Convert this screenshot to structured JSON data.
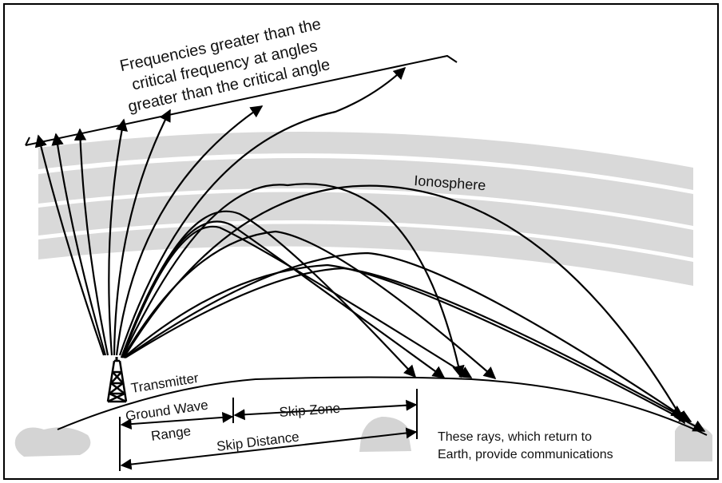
{
  "labels": {
    "top_line1": "Frequencies greater than the",
    "top_line2": "critical frequency at angles",
    "top_line3": "greater than the critical angle",
    "ionosphere": "Ionosphere",
    "transmitter": "Transmitter",
    "ground_wave_1": "Ground Wave",
    "ground_wave_2": "Range",
    "skip_zone": "Skip Zone",
    "skip_distance": "Skip Distance",
    "bottom_line1": "These rays, which return to",
    "bottom_line2": "Earth, provide communications"
  },
  "colors": {
    "ionosphere_band": "#d9d9d9",
    "terrain": "#d4d4d4",
    "ink": "#000000"
  }
}
